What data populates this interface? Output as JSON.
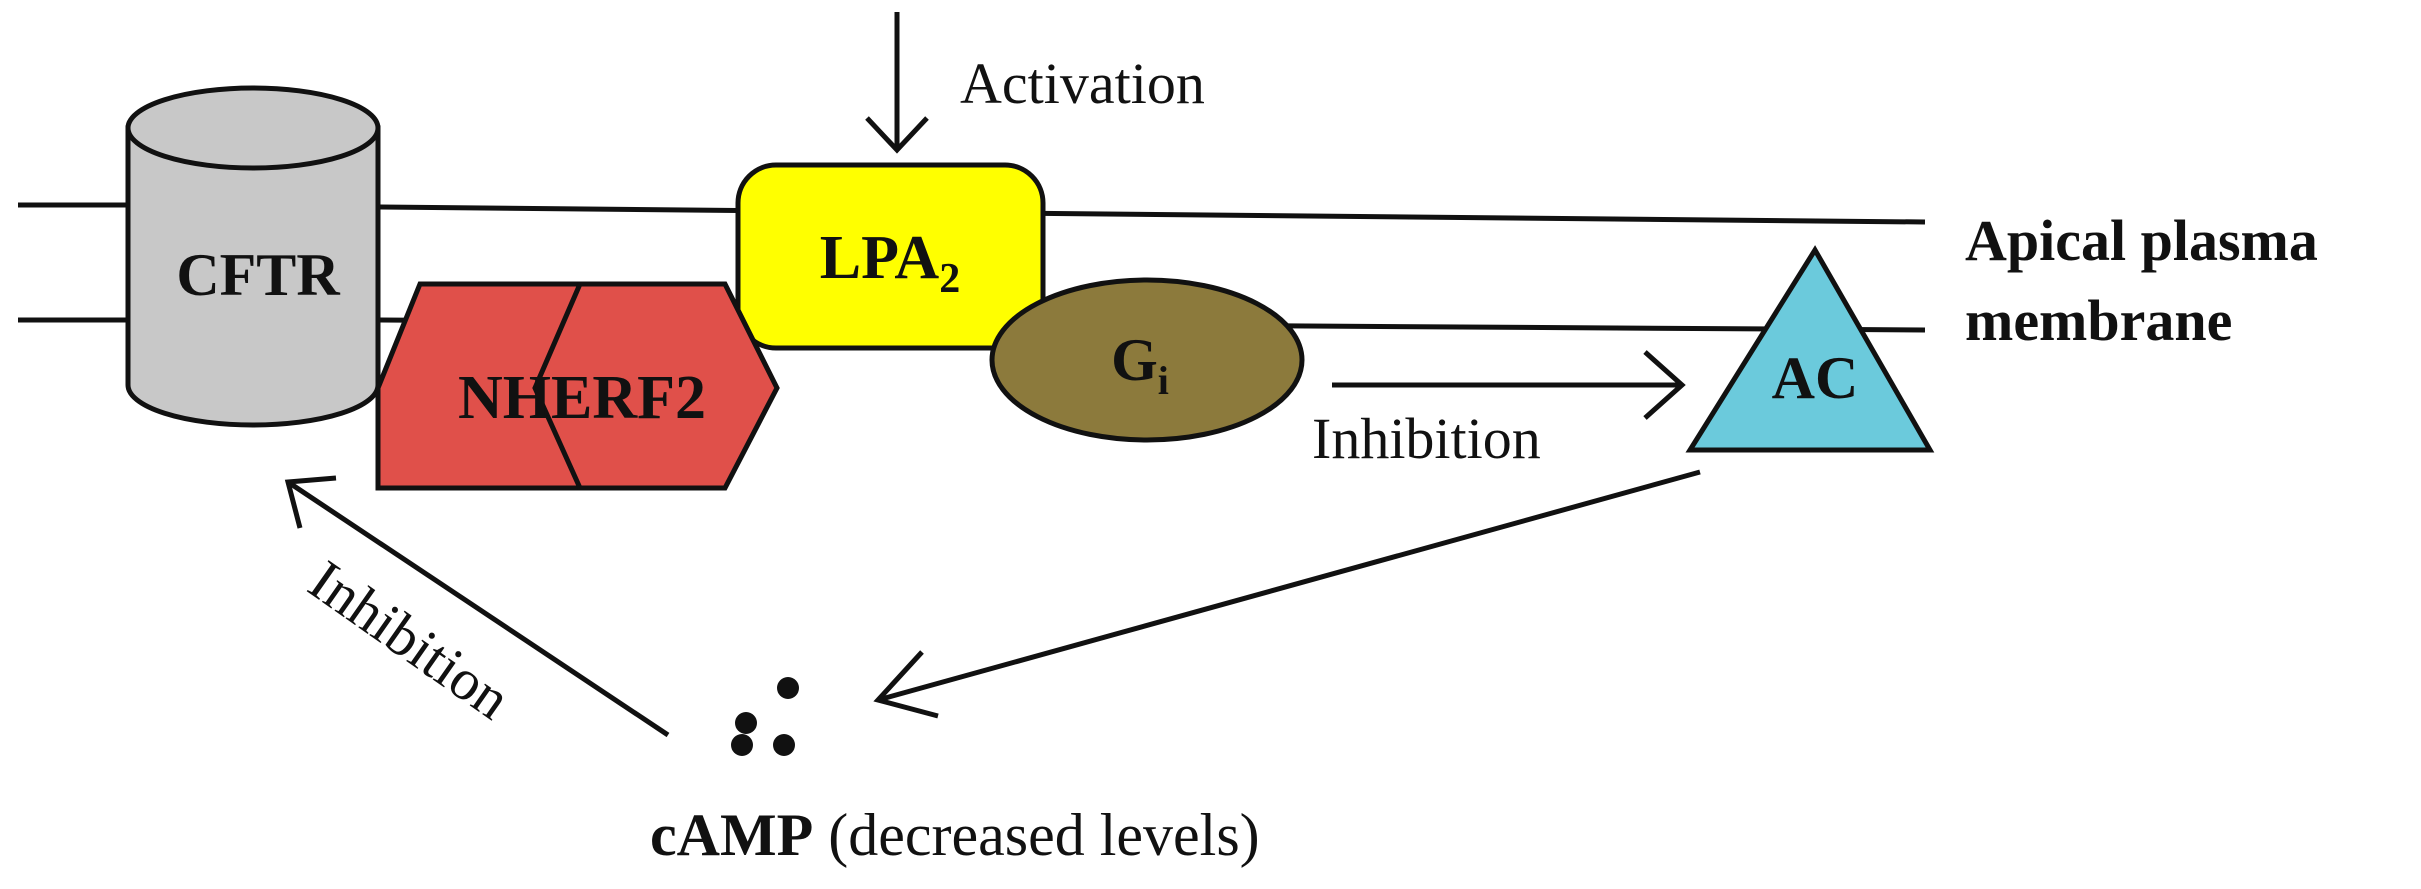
{
  "labels": {
    "activation": "Activation",
    "cftr": "CFTR",
    "lpa_main": "LPA",
    "lpa_sub": "2",
    "g_main": "G",
    "g_sub": "i",
    "nherf2": "NHERF2",
    "ac": "AC",
    "inhibition_gi_ac": "Inhibition",
    "inhibition_camp_cftr": "Inhibition",
    "membrane_line1": "Apical plasma",
    "membrane_line2": "membrane",
    "camp_bold": "cAMP",
    "camp_note": " (decreased levels)"
  },
  "colors": {
    "cftr_fill": "#c8c8c8",
    "lpa_fill": "#ffff00",
    "gi_fill": "#8c7a3c",
    "nherf2_fill": "#e0504a",
    "ac_fill": "#6bcadc",
    "line": "#111111"
  }
}
